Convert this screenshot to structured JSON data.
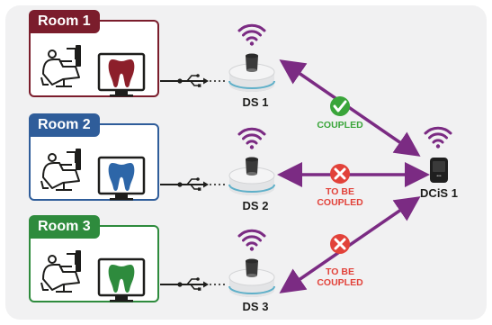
{
  "colors": {
    "room1": "#7b1d2c",
    "room2": "#2f5d9a",
    "room3": "#2e8b3d",
    "purple": "#7b2b83",
    "coupled": "#3aa53a",
    "not_coupled": "#e2423a",
    "dark": "#1d1d1b"
  },
  "rooms": [
    {
      "label": "Room 1",
      "tooth_color": "#8c1f2a"
    },
    {
      "label": "Room 2",
      "tooth_color": "#2d66a8"
    },
    {
      "label": "Room 3",
      "tooth_color": "#2e8b3d"
    }
  ],
  "sensors": [
    {
      "label": "DS 1",
      "status": "COUPLED",
      "status_icon": "check-icon"
    },
    {
      "label": "DS 2",
      "status": "TO BE COUPLED",
      "status_icon": "cross-icon"
    },
    {
      "label": "DS 3",
      "status": "TO BE COUPLED",
      "status_icon": "cross-icon"
    }
  ],
  "hub": {
    "label": "DCiS 1"
  }
}
